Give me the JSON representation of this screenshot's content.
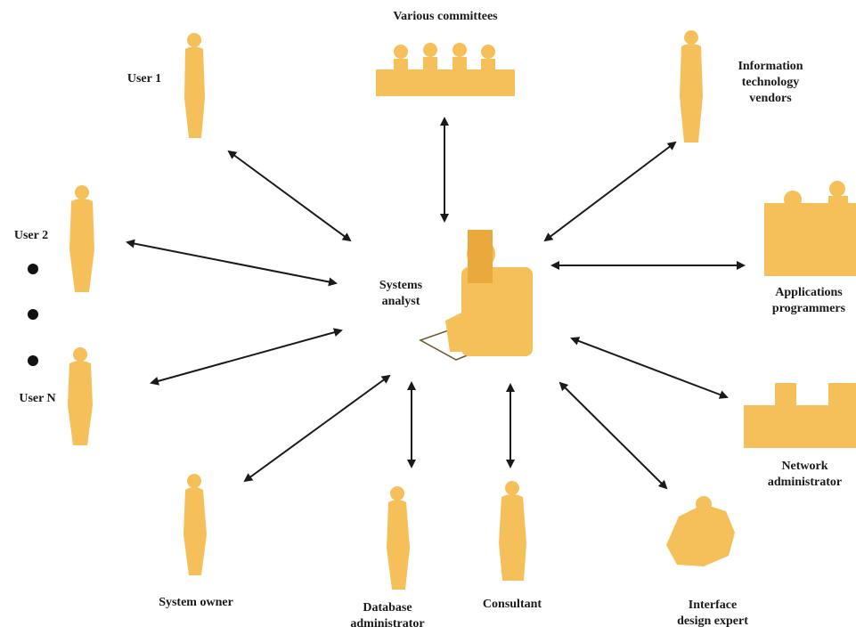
{
  "colors": {
    "figure": "#f5c05a",
    "figure_shade": "#e9a93c",
    "arrow": "#1a1a1a",
    "dot": "#111111",
    "background": "#ffffff"
  },
  "labels": {
    "various_committees": "Various committees",
    "user1": "User 1",
    "user2": "User 2",
    "userN": "User N",
    "it_vendors": [
      "Information",
      "technology",
      "vendors"
    ],
    "systems_analyst": [
      "Systems",
      "analyst"
    ],
    "app_programmers": [
      "Applications",
      "programmers"
    ],
    "network_admin": [
      "Network",
      "administrator"
    ],
    "interface_expert": [
      "Interface",
      "design expert"
    ],
    "consultant": "Consultant",
    "db_admin": [
      "Database",
      "administrator"
    ],
    "system_owner": "System owner"
  },
  "icons": [
    "committee-group-icon",
    "user1-figure-icon",
    "user2-figure-icon",
    "userN-figure-icon",
    "it-vendor-figure-icon",
    "systems-analyst-desk-icon",
    "applications-programmers-icon",
    "network-administrator-icon",
    "interface-design-expert-icon",
    "consultant-figure-icon",
    "database-administrator-figure-icon",
    "system-owner-figure-icon"
  ]
}
